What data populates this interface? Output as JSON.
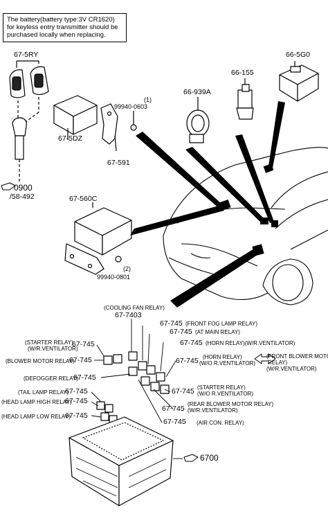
{
  "note": {
    "line1": "The battery(battery type:3V CR1620)",
    "line2": "for keyless entry transmitter should be",
    "line3": "purchased locally when replacing."
  },
  "parts": {
    "p_67_5ry": "67-5RY",
    "p_66_5g0": "66-5G0",
    "p_66_155": "66-155",
    "p_66_939a": "66-939A",
    "p_99940_0603": "99940-0603",
    "p_qty1": "(1)",
    "p_67_5dz": "67-5DZ",
    "p_67_591": "67-591",
    "p_0900": "0900",
    "p_58_492": "/58-492",
    "p_67_560c": "67-560C",
    "p_qty2": "(2)",
    "p_99940_0801": "99940-0801",
    "p_6700": "6700"
  },
  "relays": {
    "cooling_fan_name": "(COOLING FAN RELAY)",
    "cooling_fan_num": "67-7403",
    "front_fog_num": "67-745",
    "front_fog_name": "(FRONT FOG LAMP RELAY)",
    "at_main_num": "67-745",
    "at_main_name": "(AT MAIN RELAY)",
    "horn_wr_num": "67-745",
    "horn_wr_name": "(HORN RELAY)(W/R.VENTILATOR)",
    "starter_wr_name1": "(STARTER RELAY)",
    "starter_wr_name2": "(W/R.VENTILATOR)",
    "starter_wr_num": "67-745",
    "blower_name": "(BLOWER MOTOR RELAY)",
    "blower_num": "67-745",
    "horn_wo_num": "67-745",
    "horn_wo_name1": "(HORN RELAY)",
    "horn_wo_name2": "(W/O R.VENTILATOR)",
    "front_blower_name1": "(FRONT BLOWER MOTOR",
    "front_blower_name2": "RELAY)",
    "front_blower_name3": "(W/R.VENTILATOR)",
    "defogger_name": "(DEFOGGER RELAY)",
    "defogger_num": "67-745",
    "starter_wo_num": "67-745",
    "starter_wo_name1": "(STARTER RELAY)",
    "starter_wo_name2": "(W/O R.VENTILATOR)",
    "tail_name": "(TAIL LAMP RELAY)",
    "tail_num": "67-745",
    "rear_blower_num": "67-745",
    "rear_blower_name1": "(REAR BLOWER MOTOR RELAY)",
    "rear_blower_name2": "(W/R.VENTILATOR)",
    "head_high_name": "(HEAD LAMP HIGH RELAY)",
    "head_high_num": "67-745",
    "aircon_num": "67-745",
    "aircon_name": "(AIR CON. RELAY)",
    "head_low_name": "(HEAD LAMP LOW RELAY)",
    "head_low_num": "67-745"
  }
}
